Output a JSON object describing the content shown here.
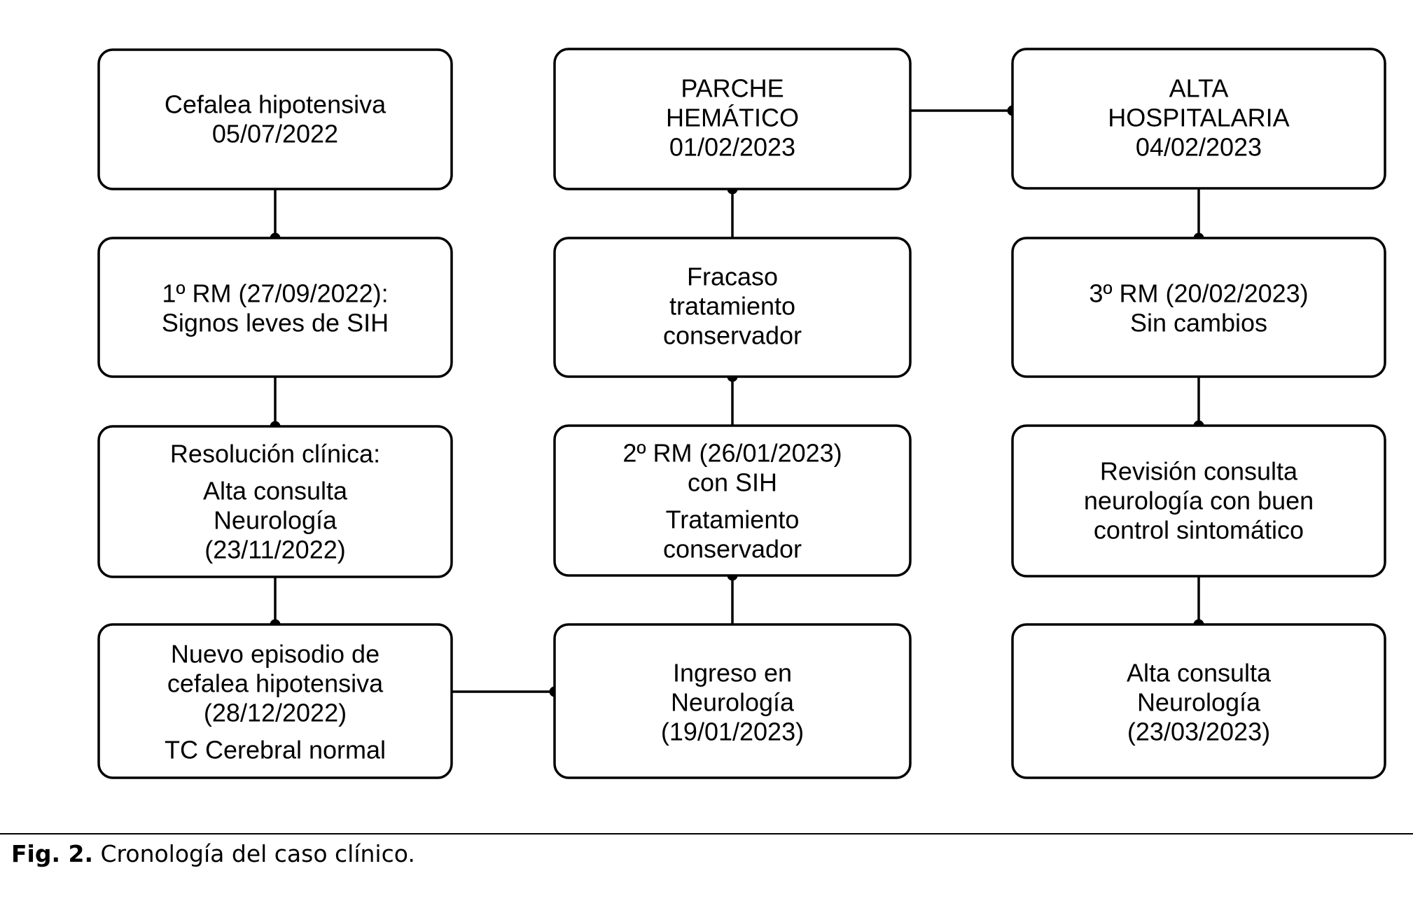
{
  "diagram": {
    "nodes": [
      {
        "id": "cefalea-inicial",
        "lines": [
          "Cefalea hipotensiva",
          "05/07/2022"
        ]
      },
      {
        "id": "rm-1",
        "lines": [
          "1º RM (27/09/2022):",
          "Signos leves de SIH"
        ]
      },
      {
        "id": "resolucion",
        "lines": [
          "Resolución clínica:",
          "Alta consulta",
          "Neurología",
          "(23/11/2022)"
        ]
      },
      {
        "id": "nuevo-episodio",
        "lines": [
          "Nuevo episodio de",
          "cefalea hipotensiva",
          "(28/12/2022)",
          "TC Cerebral normal"
        ]
      },
      {
        "id": "parche",
        "lines": [
          "PARCHE",
          "HEMÁTICO",
          "01/02/2023"
        ]
      },
      {
        "id": "fracaso",
        "lines": [
          "Fracaso",
          "tratamiento",
          "conservador"
        ]
      },
      {
        "id": "rm-2",
        "lines": [
          "2º RM (26/01/2023)",
          "con SIH",
          "Tratamiento",
          "conservador"
        ]
      },
      {
        "id": "ingreso",
        "lines": [
          "Ingreso en",
          "Neurología",
          "(19/01/2023)"
        ]
      },
      {
        "id": "alta-hospitalaria",
        "lines": [
          "ALTA",
          "HOSPITALARIA",
          "04/02/2023"
        ]
      },
      {
        "id": "rm-3",
        "lines": [
          "3º RM (20/02/2023)",
          "Sin cambios"
        ]
      },
      {
        "id": "revision",
        "lines": [
          "Revisión consulta",
          "neurología con buen",
          "control sintomático"
        ]
      },
      {
        "id": "alta-consulta",
        "lines": [
          "Alta consulta",
          "Neurología",
          "(23/03/2023)"
        ]
      }
    ],
    "edges": [
      {
        "from": "cefalea-inicial",
        "to": "rm-1"
      },
      {
        "from": "rm-1",
        "to": "resolucion"
      },
      {
        "from": "resolucion",
        "to": "nuevo-episodio"
      },
      {
        "from": "nuevo-episodio",
        "to": "ingreso"
      },
      {
        "from": "ingreso",
        "to": "rm-2"
      },
      {
        "from": "rm-2",
        "to": "fracaso"
      },
      {
        "from": "fracaso",
        "to": "parche"
      },
      {
        "from": "parche",
        "to": "alta-hospitalaria"
      },
      {
        "from": "alta-hospitalaria",
        "to": "rm-3"
      },
      {
        "from": "rm-3",
        "to": "revision"
      },
      {
        "from": "revision",
        "to": "alta-consulta"
      }
    ]
  },
  "caption": {
    "label": "Fig. 2.",
    "text": "Cronología del caso clínico."
  }
}
